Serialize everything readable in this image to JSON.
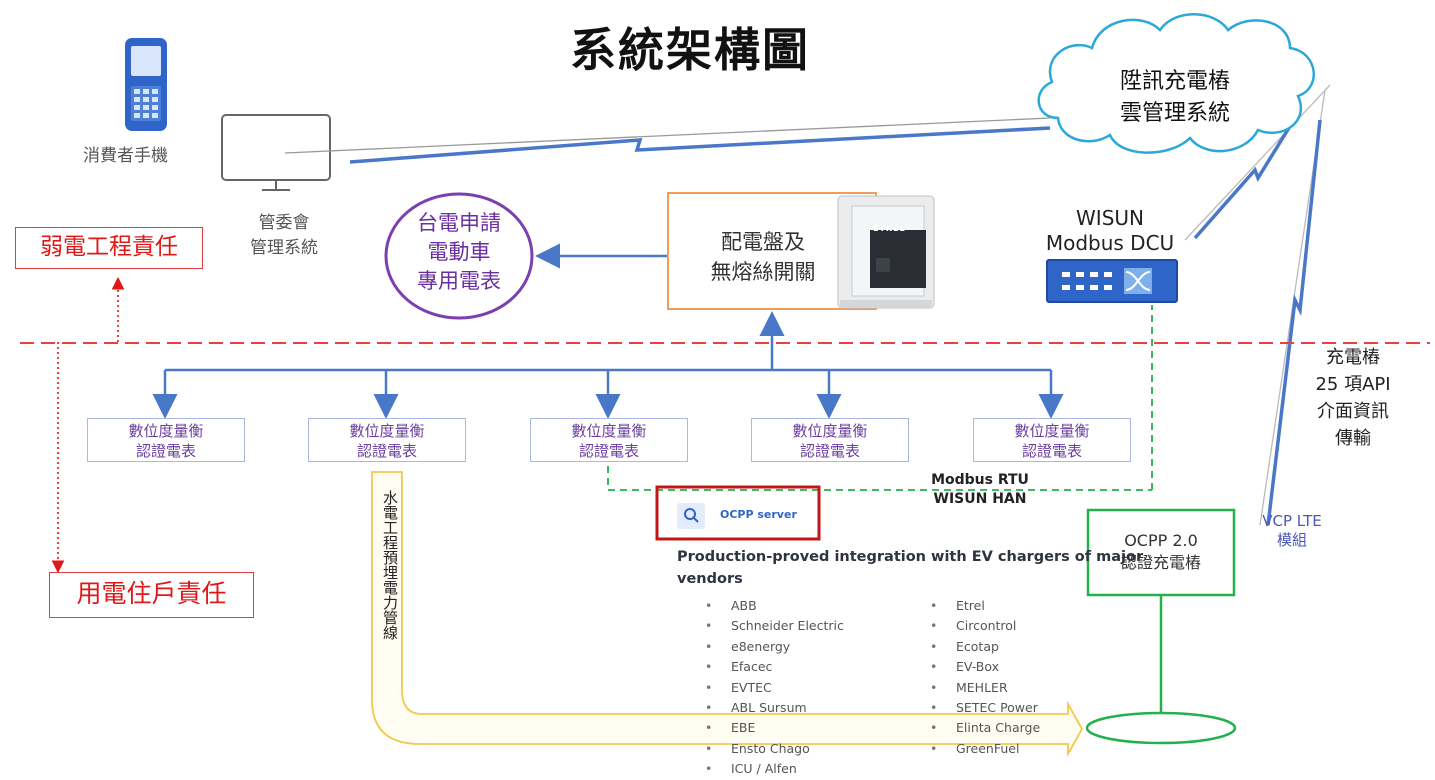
{
  "title": "系統架構圖",
  "consumer_phone": {
    "label": "消費者手機"
  },
  "admin_system": {
    "label_line1": "管委會",
    "label_line2": "管理系統"
  },
  "cloud": {
    "line1": "陞訊充電樁",
    "line2": "雲管理系統"
  },
  "taipower": {
    "line1": "台電申請",
    "line2": "電動車",
    "line3": "專用電表"
  },
  "panel": {
    "line1": "配電盤及",
    "line2": "無熔絲開關"
  },
  "etrel_device_text": "ETREL",
  "wisun_dcu": {
    "line1": "WISUN",
    "line2": "Modbus DCU"
  },
  "weak_current": "弱電工程責任",
  "resident": "用電住戶責任",
  "meters": [
    {
      "line1": "數位度量衡",
      "line2": "認證電表"
    },
    {
      "line1": "數位度量衡",
      "line2": "認證電表"
    },
    {
      "line1": "數位度量衡",
      "line2": "認證電表"
    },
    {
      "line1": "數位度量衡",
      "line2": "認證電表"
    },
    {
      "line1": "數位度量衡",
      "line2": "認證電表"
    }
  ],
  "charger_api": {
    "line1": "充電樁",
    "line2": "25 項API",
    "line3": "介面資訊",
    "line4": "傳輸"
  },
  "modbus": {
    "line1": "Modbus RTU",
    "line2": "WISUN HAN"
  },
  "ocpp_search": "OCPP server",
  "integration_heading_line1": "Production-proved integration with EV chargers of major",
  "integration_heading_line2": "vendors",
  "vendors_left": [
    "ABB",
    "Schneider Electric",
    "e8energy",
    "Efacec",
    "EVTEC",
    "ABL Sursum",
    "EBE",
    "Ensto Chago",
    "ICU / Alfen"
  ],
  "vendors_right": [
    "Etrel",
    "Circontrol",
    "Ecotap",
    "EV-Box",
    "MEHLER",
    "SETEC Power",
    "Elinta Charge",
    "GreenFuel"
  ],
  "vcp": {
    "line1": "VCP LTE",
    "line2": "模組"
  },
  "charger": {
    "line1": "OCPP 2.0",
    "line2": "認證充電樁"
  },
  "conduit_label": "水電工程預埋電力管線",
  "colors": {
    "blue_arrow": "#4a78c8",
    "red": "#e01818",
    "green": "#22b14c",
    "purple": "#7b3fb0",
    "orange": "#f39c5a",
    "cloud_border": "#2aa9d8",
    "conduit": "#f2c94c"
  }
}
